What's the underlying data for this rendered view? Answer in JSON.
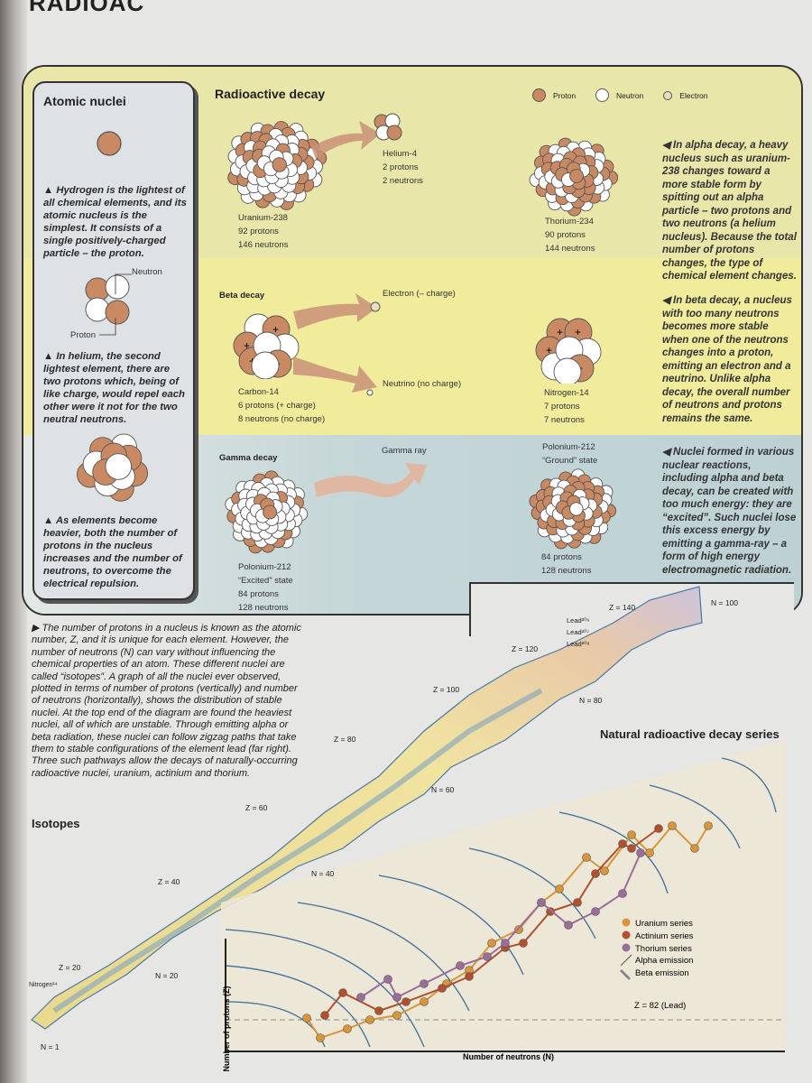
{
  "header": {
    "title": "RADIOAC"
  },
  "card": {
    "title": "Atomic nuclei",
    "hydrogen_caption": "▲ Hydrogen is the lightest of all chemical elements, and its atomic nucleus is the simplest. It consists of a single positively-charged particle – the proton.",
    "neutron_label": "Neutron",
    "proton_label": "Proton",
    "helium_caption": "▲ In helium, the second lightest element, there are two protons which, being of like charge, would repel each other were it not for the two neutral neutrons.",
    "heavy_caption": "▲ As elements become heavier, both the number of protons in the nucleus increases and the number of neutrons, to overcome the electrical repulsion."
  },
  "legend": {
    "proton": "Proton",
    "neutron": "Neutron",
    "electron": "Electron"
  },
  "alpha": {
    "title": "Radioactive decay",
    "parent": [
      "Uranium-238",
      "92 protons",
      "146 neutrons"
    ],
    "particle": [
      "Helium-4",
      "2 protons",
      "2 neutrons"
    ],
    "daughter": [
      "Thorium-234",
      "90 protons",
      "144 neutrons"
    ],
    "caption": "◀ In alpha decay, a heavy nucleus such as uranium-238 changes toward a more stable form by spitting out an alpha particle – two protons and two neutrons (a helium nucleus). Because the total number of protons changes, the type of chemical element changes."
  },
  "beta": {
    "title": "Beta decay",
    "parent": [
      "Carbon-14",
      "6 protons (+ charge)",
      "8 neutrons (no charge)"
    ],
    "electron": "Electron (– charge)",
    "neutrino": "Neutrino (no charge)",
    "daughter": [
      "Nitrogen-14",
      "7 protons",
      "7 neutrons"
    ],
    "caption": "◀ In beta decay, a nucleus with too many neutrons becomes more stable when one of the neutrons changes into a proton, emitting an electron and a neutrino. Unlike alpha decay, the overall number of neutrons and protons remains the same."
  },
  "gamma": {
    "title": "Gamma decay",
    "ray": "Gamma ray",
    "parent": [
      "Polonium-212",
      "“Excited” state",
      "84 protons",
      "128 neutrons"
    ],
    "daughter": [
      "Polonium-212",
      "“Ground” state",
      "84 protons",
      "128 neutrons"
    ],
    "caption": "◀ Nuclei formed in various nuclear reactions, including alpha and beta decay, can be created with too much energy: they are “excited”. Such nuclei lose this excess energy by emitting a gamma-ray – a form of high energy electromagnetic radiation."
  },
  "body_text": "▶ The number of protons in a nucleus is known as the atomic number, Z, and it is unique for each element. However, the number of neutrons (N) can vary without influencing the chemical properties of an atom. These different nuclei are called “isotopes”. A graph of all the nuclei ever observed, plotted in terms of number of protons (vertically) and number of neutrons (horizontally), shows the distribution of stable nuclei. At the top end of the diagram are found the heaviest nuclei, all of which are unstable. Through emitting alpha or beta radiation, these nuclei can follow zigzag paths that take them to stable configurations of the element lead (far right). Three such pathways allow the decays of naturally-occurring radioactive nuclei, uranium, actinium and thorium.",
  "isotopes": {
    "title": "Isotopes",
    "z_labels": [
      "Z = 20",
      "Z = 40",
      "Z = 60",
      "Z = 80",
      "Z = 100",
      "Z = 120",
      "Z = 140"
    ],
    "n_labels": [
      "N = 1",
      "N = 20",
      "N = 40",
      "N = 60",
      "N = 80",
      "N = 100"
    ],
    "nitrogen": "Nitrogen¹⁴",
    "lead": [
      "Lead²⁰⁶",
      "Lead²⁰⁷",
      "Lead²⁰⁸"
    ]
  },
  "series": {
    "title": "Natural radioactive decay series",
    "legend": [
      "Uranium series",
      "Actinium series",
      "Thorium series",
      "Alpha emission",
      "Beta emission"
    ],
    "lead_line": "Z = 82 (Lead)",
    "ylabel": "Number of protons (Z)",
    "xlabel": "Number of neutrons (N)"
  },
  "colors": {
    "proton": "#c98a63",
    "neutron": "#ffffff",
    "uranium": "#d9953a",
    "actinium": "#b0502d",
    "thorium": "#9b6e9a"
  }
}
